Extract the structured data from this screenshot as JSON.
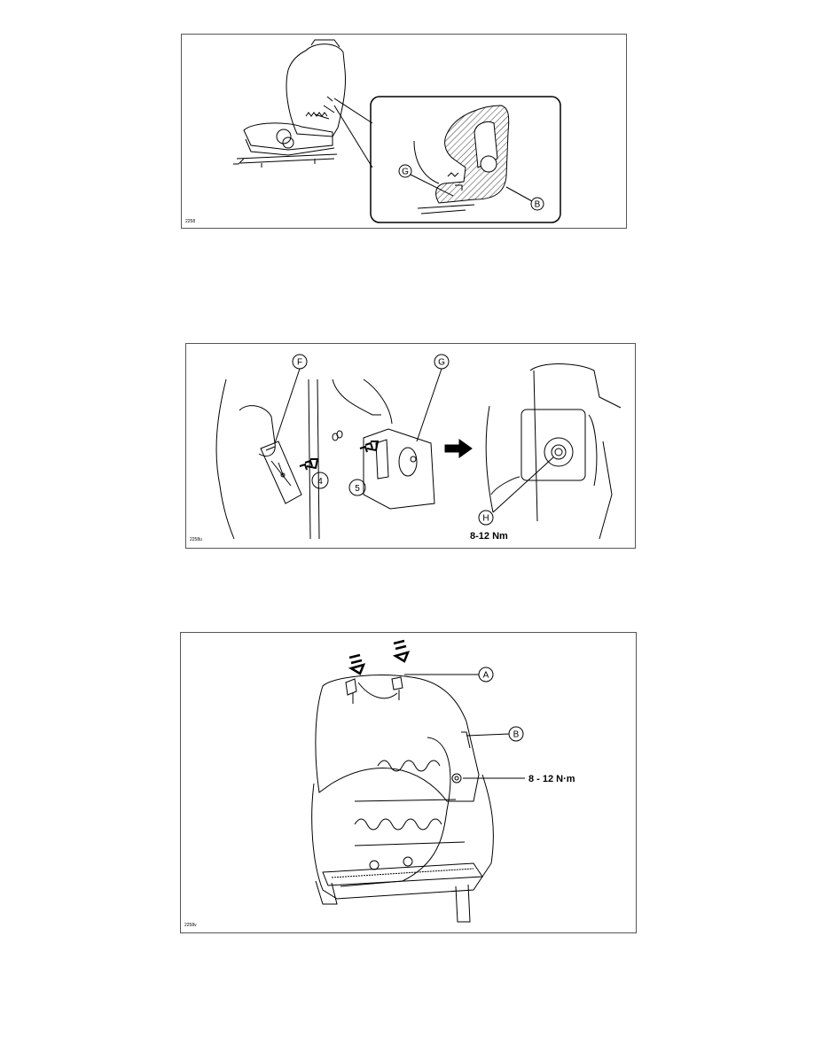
{
  "figures": [
    {
      "code": "2258",
      "callouts": {
        "g": "G",
        "b": "B"
      }
    },
    {
      "code": "2258u",
      "callouts": {
        "f": "F",
        "g": "G",
        "step4": "4",
        "step5": "5",
        "h": "H"
      },
      "torque": "8-12 Nm"
    },
    {
      "code": "2258v",
      "callouts": {
        "a": "A",
        "b": "B"
      },
      "torque": "8 - 12 N·m"
    }
  ]
}
